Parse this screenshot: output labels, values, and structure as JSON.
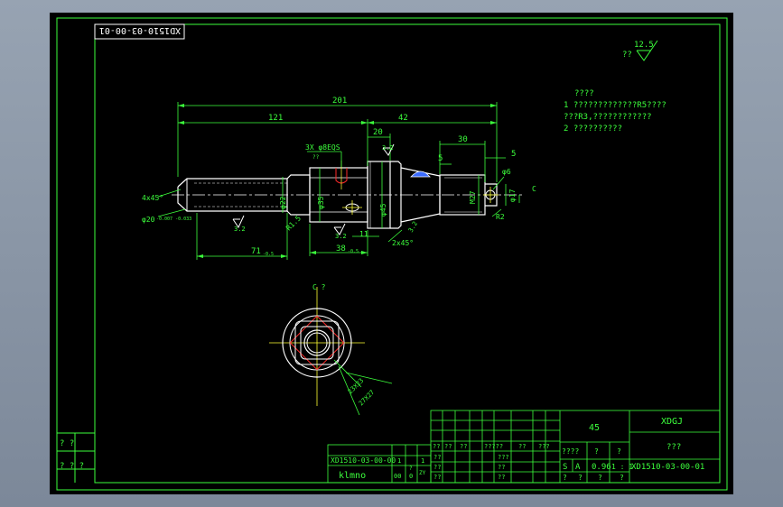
{
  "drawing": {
    "stamp_code": "XD1510-03-00-01",
    "dims": {
      "d201": "201",
      "d121": "121",
      "d42": "42",
      "d20": "20",
      "d30": "30",
      "d5a": "5",
      "d5b": "5",
      "d11": "11",
      "d71": "71",
      "d71_tol": "-0.5",
      "d38": "38",
      "d38_tol": "-0.5",
      "chamfer_left": "4x45°",
      "chamfer_right": "2x45°",
      "phi20": "φ20",
      "phi20_tol": "-0.007 -0.033",
      "phi22": "φ22",
      "phi35": "φ35",
      "phi45": "φ45",
      "phi17": "φ17",
      "phi6": "φ6",
      "m27": "M27",
      "r2": "R2",
      "r15": "R1.5",
      "holes": "3X φ8EQS",
      "holes_sub": "??",
      "sym_c": "C",
      "sym_c2": "C ?",
      "rough_32a": "3.2",
      "rough_32b": "3.2",
      "rough_32c": "3.2",
      "rough_32d": "3.2",
      "rough_125": "12.5",
      "rough_other": "??",
      "sec_dim1": "23X23",
      "sec_dim2": "27X27"
    },
    "notes": {
      "title": "????",
      "line1": "1 ?????????????R5????",
      "line2": "???R3,????????????",
      "line3": "2 ??????????"
    },
    "title_block": {
      "material": "45",
      "company": "XDGJ",
      "part_name": "???",
      "drawing_no": "XD1510-03-00-01",
      "assembly_no": "XD1510-03-00-00",
      "designer": "klmno",
      "weight": "0.96",
      "scale": "1 : 1",
      "stage_label": "????",
      "stage_q1": "?",
      "stage_q2": "?",
      "stage_s": "S",
      "stage_a": "A",
      "bottom_q": "?",
      "sign_hdr1": "??",
      "sign_hdr2": "??",
      "sign_hdr3": "??",
      "sign_hdr4": "?????",
      "sign_hdr5": "??",
      "sign_hdr6": "???",
      "designer_row_q": "??",
      "std_row_q": "???",
      "sheet_q": "?",
      "left_rows": [
        "?  ?",
        "? ? ?"
      ],
      "assy_col1": "1",
      "assy_col2": "1",
      "assy_col3": "00",
      "assy_col4": "0",
      "assy_col5": "ZY",
      "assy_col6": "?"
    },
    "colors": {
      "frame": "#3cff3c",
      "geometry": "#ffffff",
      "center": "#ffff33",
      "hatch": "#ff2a2a",
      "cut": "#3c6cff",
      "paper": "#000000"
    }
  }
}
